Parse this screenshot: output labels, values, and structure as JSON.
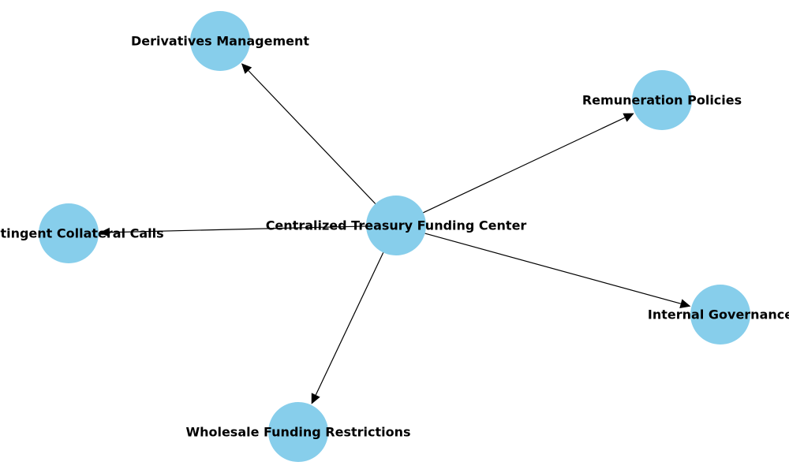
{
  "colors": {
    "node_fill": "#87ceeb",
    "edge": "#000000",
    "label": "#000000"
  },
  "nodes": {
    "center": {
      "label": "Centralized Treasury Funding Center"
    },
    "derivatives": {
      "label": "Derivatives Management"
    },
    "remuneration": {
      "label": "Remuneration Policies"
    },
    "collateral": {
      "label": "Contingent Collateral Calls"
    },
    "governance": {
      "label": "Internal Governance"
    },
    "wholesale": {
      "label": "Wholesale Funding Restrictions"
    }
  },
  "edges": [
    {
      "from": "center",
      "to": "derivatives"
    },
    {
      "from": "center",
      "to": "remuneration"
    },
    {
      "from": "center",
      "to": "collateral"
    },
    {
      "from": "center",
      "to": "governance"
    },
    {
      "from": "center",
      "to": "wholesale"
    }
  ]
}
